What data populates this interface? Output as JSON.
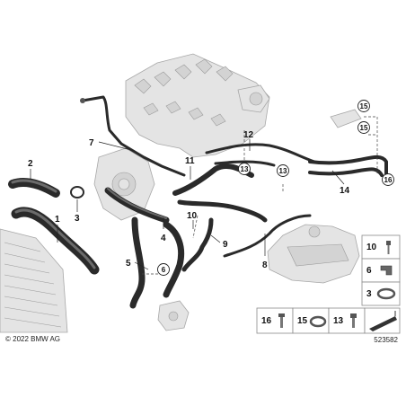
{
  "callouts": {
    "n1": "1",
    "n2": "2",
    "n3": "3",
    "n4": "4",
    "n5": "5",
    "n6": "6",
    "n7": "7",
    "n8": "8",
    "n9": "9",
    "n10": "10",
    "n11": "11",
    "n12": "12",
    "n13": "13",
    "n14": "14",
    "n15": "15",
    "n16": "16"
  },
  "legend_right": [
    "10",
    "6",
    "3"
  ],
  "legend_bottom": [
    "16",
    "15",
    "13"
  ],
  "copyright": "© 2022 BMW AG",
  "diagram_number": "523582"
}
